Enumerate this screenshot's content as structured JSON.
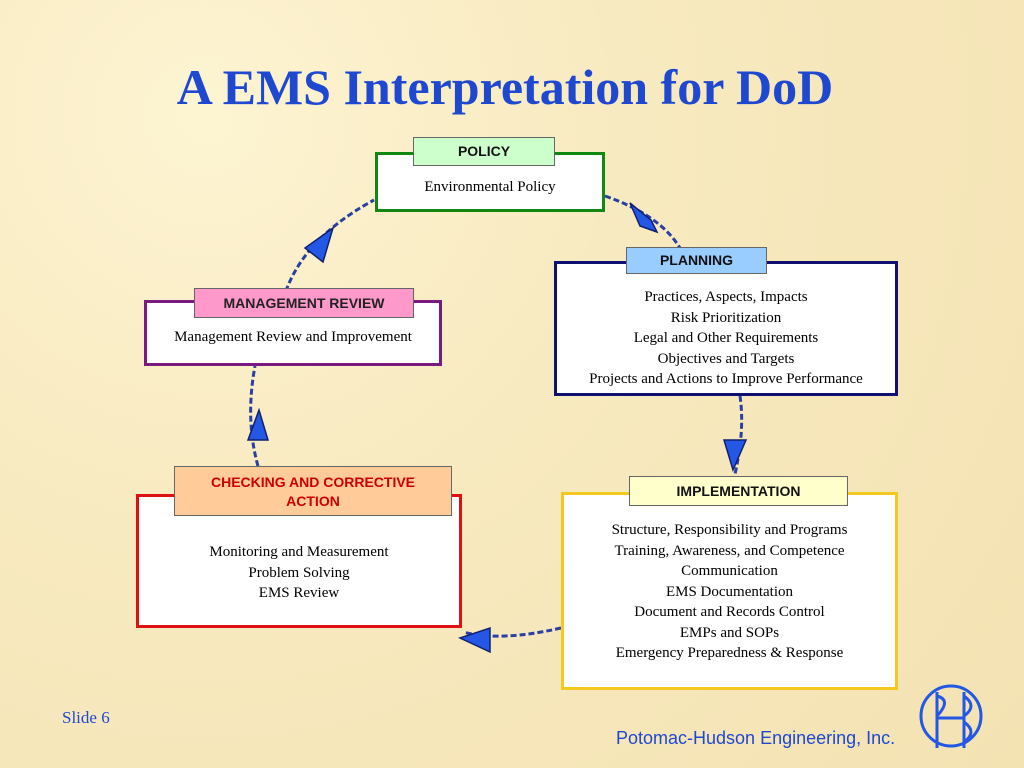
{
  "title": "A EMS Interpretation for DoD",
  "colors": {
    "title": "#1f48d0",
    "policy": "#118811",
    "planning": "#101070",
    "implementation": "#f4c81e",
    "checking": "#dd1111",
    "management": "#7a1a80",
    "arrow": "#2457e6"
  },
  "nodes": {
    "policy": {
      "label": "POLICY",
      "items": [
        "Environmental Policy"
      ]
    },
    "planning": {
      "label": "PLANNING",
      "items": [
        "Practices, Aspects, Impacts",
        "Risk Prioritization",
        "Legal and Other Requirements",
        "Objectives and Targets",
        "Projects and Actions to Improve Performance"
      ]
    },
    "implementation": {
      "label": "IMPLEMENTATION",
      "items": [
        "Structure, Responsibility and Programs",
        "Training, Awareness, and Competence",
        "Communication",
        "EMS Documentation",
        "Document and Records Control",
        "EMPs and SOPs",
        "Emergency Preparedness & Response"
      ]
    },
    "checking": {
      "label_line1": "CHECKING AND CORRECTIVE",
      "label_line2": "ACTION",
      "items": [
        "Monitoring and Measurement",
        "Problem Solving",
        "EMS Review"
      ]
    },
    "management": {
      "label": "MANAGEMENT REVIEW",
      "items": [
        "Management Review and Improvement"
      ]
    }
  },
  "footer": {
    "slide": "Slide 6",
    "company": "Potomac-Hudson Engineering, Inc."
  },
  "icons": {
    "logo": "phe-logo-icon",
    "arrowheads": "triangle-arrow-icon"
  }
}
